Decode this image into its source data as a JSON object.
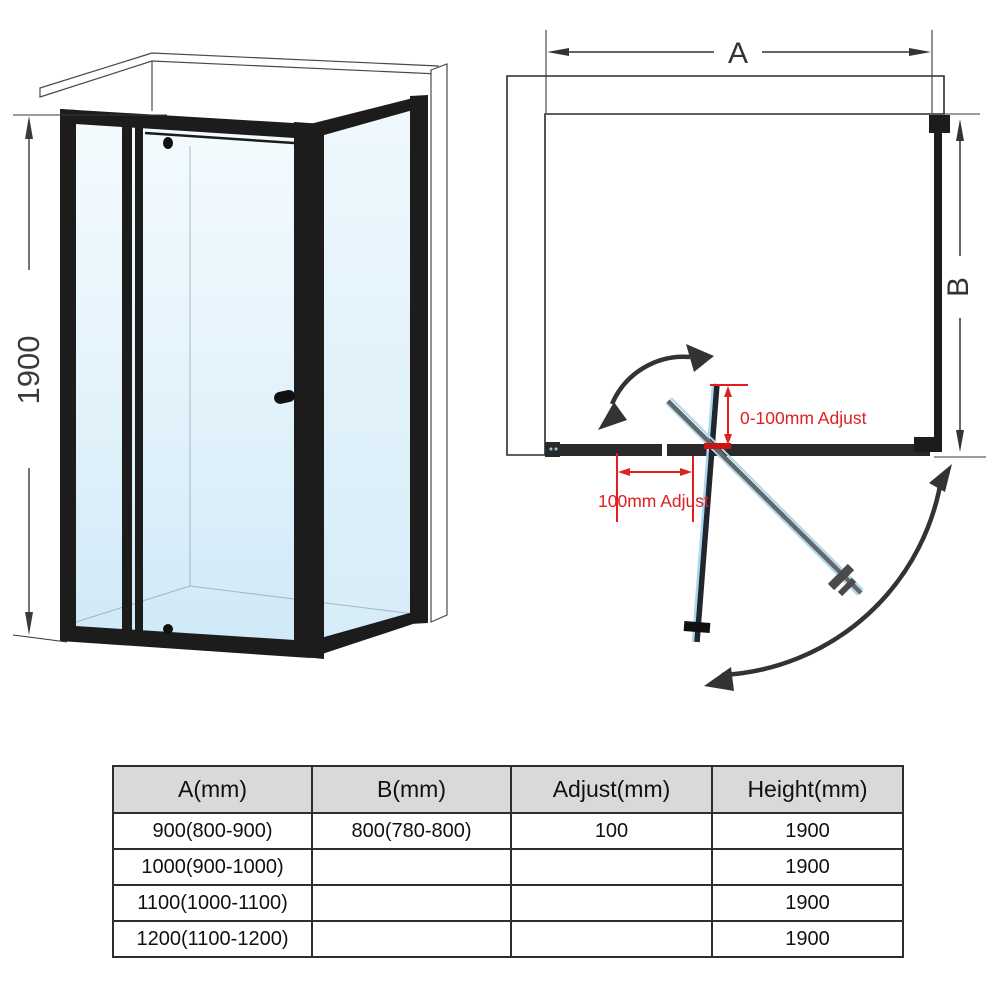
{
  "left_view": {
    "height_dimension": "1900"
  },
  "top_view": {
    "width_dimension_label": "A",
    "depth_dimension_label": "B",
    "pivot_adjust_label": "0-100mm Adjust",
    "wall_adjust_label": "100mm Adjust"
  },
  "spec_table": {
    "headers": [
      "A(mm)",
      "B(mm)",
      "Adjust(mm)",
      "Height(mm)"
    ],
    "rows": [
      [
        "900(800-900)",
        "800(780-800)",
        "100",
        "1900"
      ],
      [
        "1000(900-1000)",
        "",
        "",
        "1900"
      ],
      [
        "1100(1000-1100)",
        "",
        "",
        "1900"
      ],
      [
        "1200(1100-1200)",
        "",
        "",
        "1900"
      ]
    ]
  },
  "colors": {
    "frame_black": "#1c1c1c",
    "glass_light": "#f2fafd",
    "glass_deep": "#cfe9f7",
    "glass_edge_blue": "#a8d8ef",
    "annotation_red": "#e01f1f",
    "dimension_gray": "#3a3a3a",
    "door_gray": "#6b6b6b",
    "table_header_bg": "#d9d9d9"
  }
}
